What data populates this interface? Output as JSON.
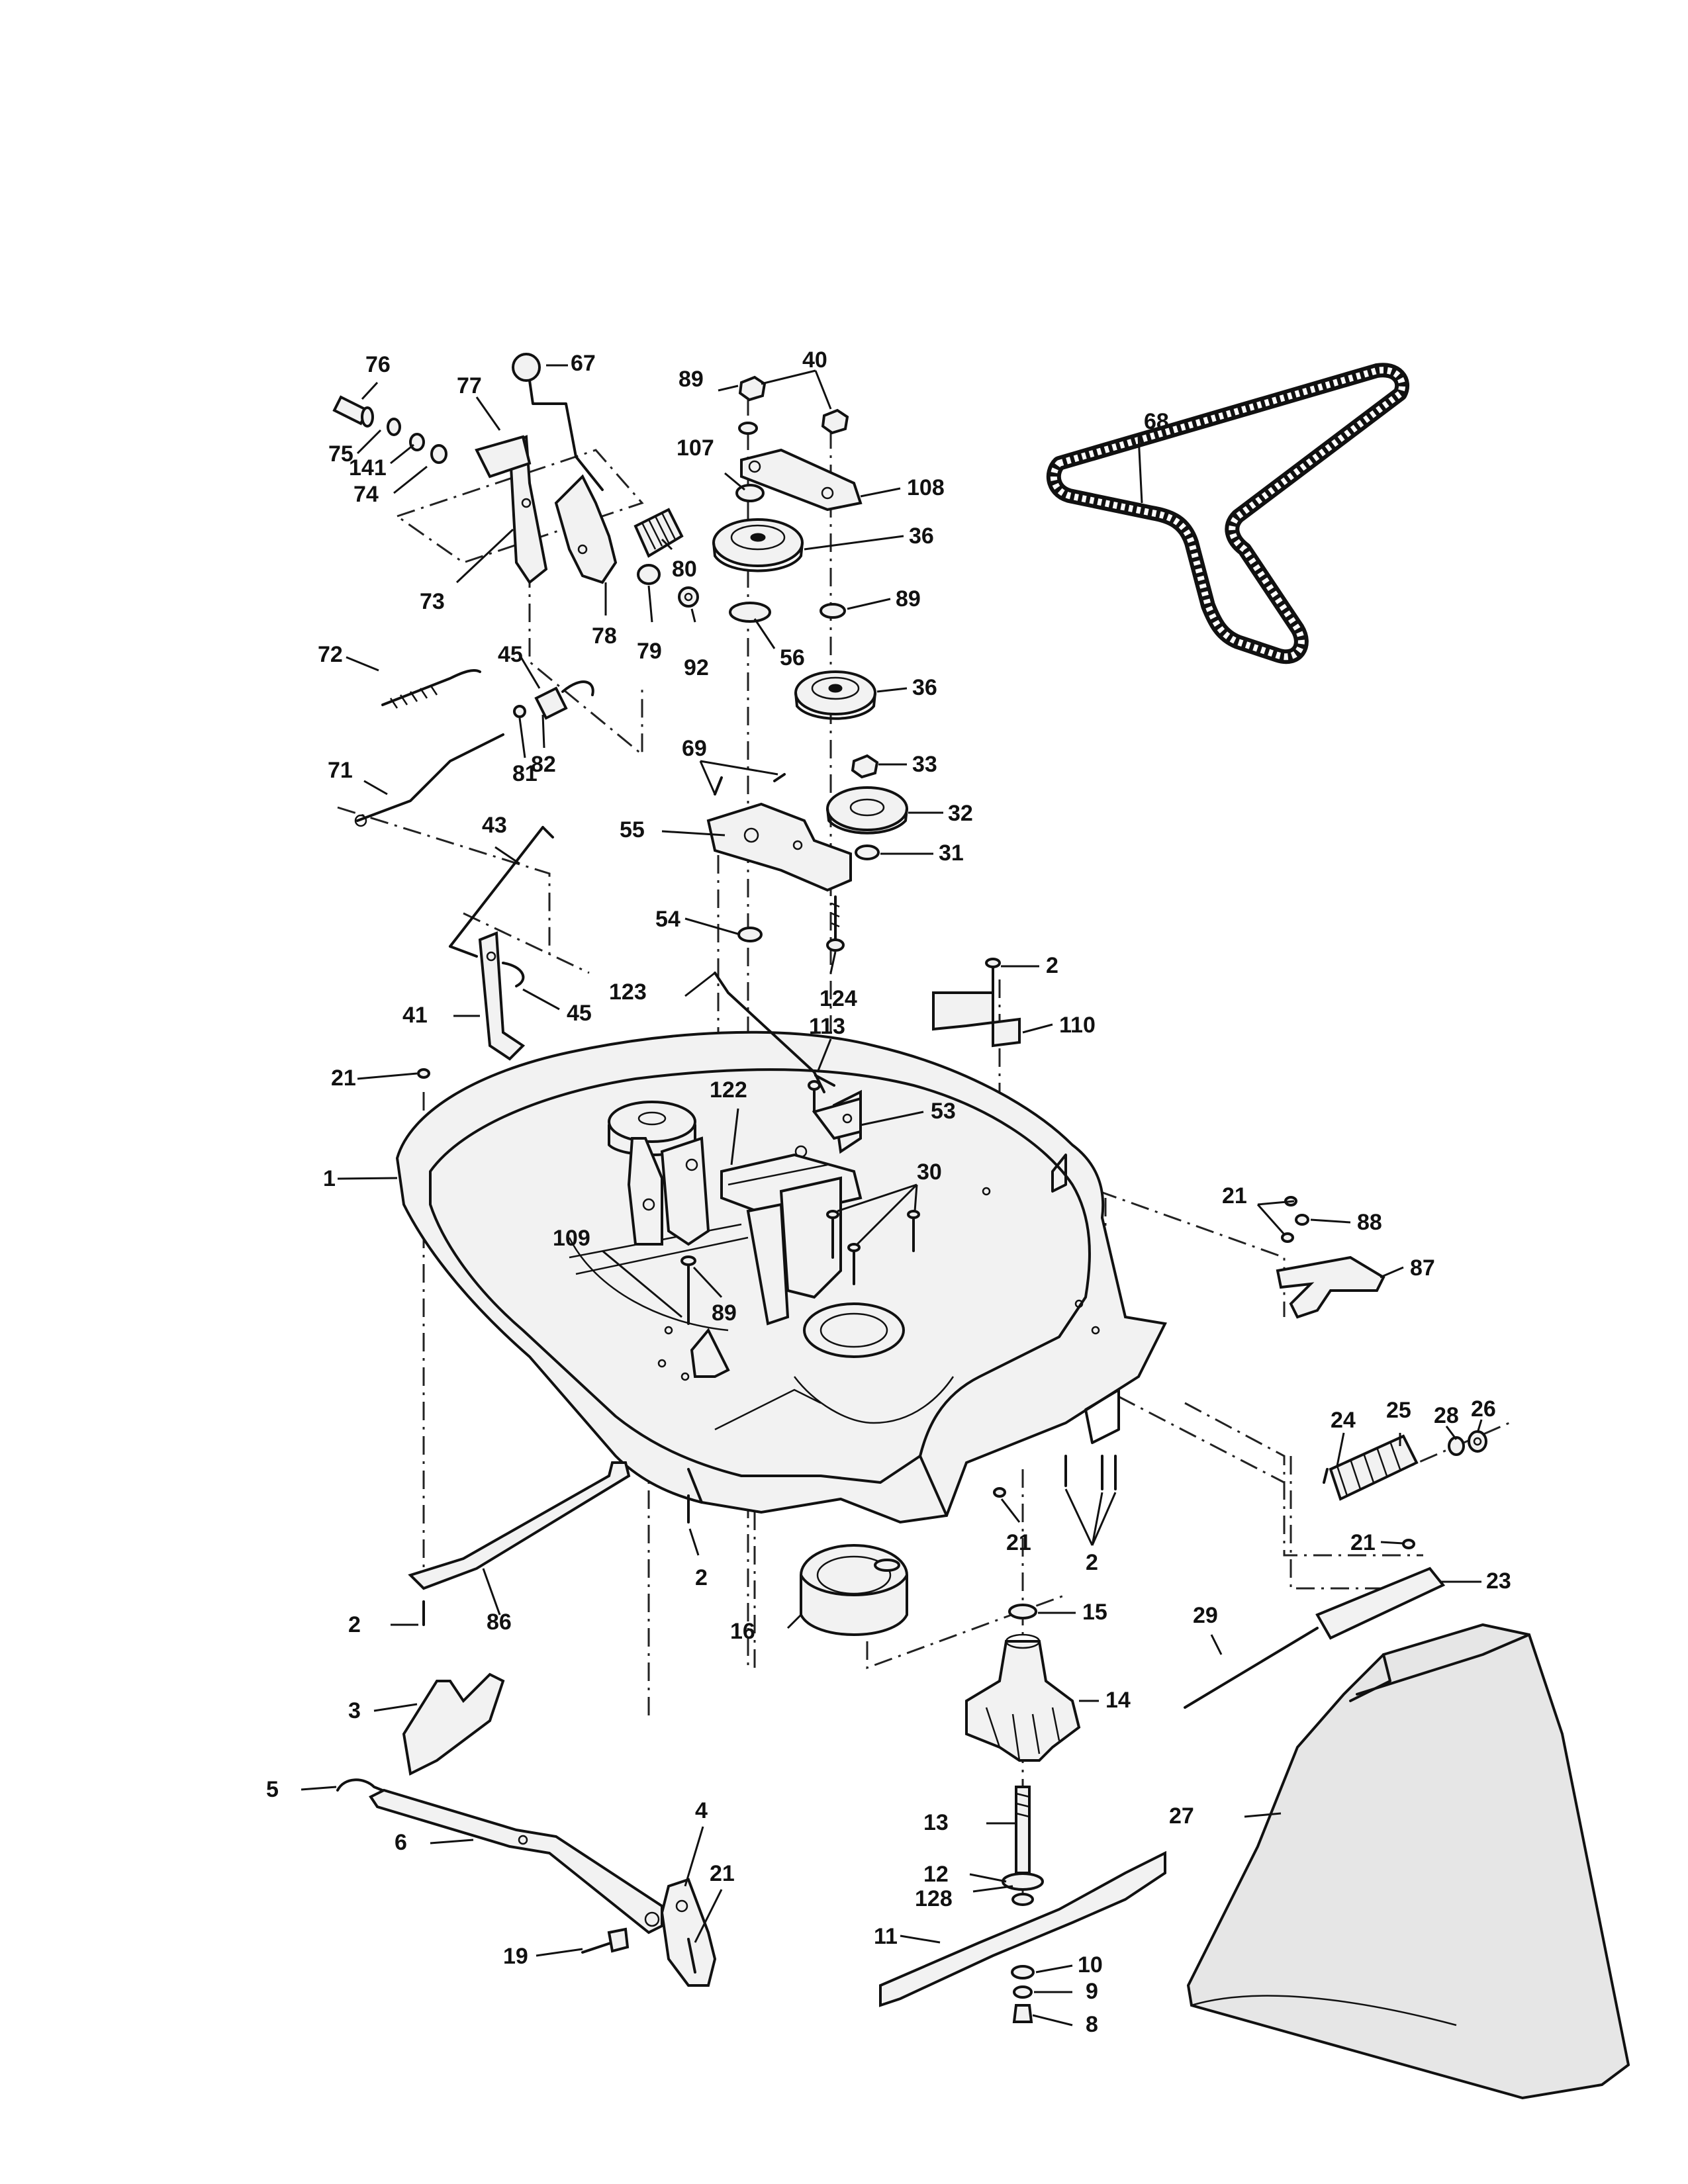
{
  "diagram": {
    "callouts": [
      {
        "id": "c67",
        "text": "67"
      },
      {
        "id": "c76",
        "text": "76"
      },
      {
        "id": "c77",
        "text": "77"
      },
      {
        "id": "c75",
        "text": "75"
      },
      {
        "id": "c141",
        "text": "141"
      },
      {
        "id": "c74",
        "text": "74"
      },
      {
        "id": "c73",
        "text": "73"
      },
      {
        "id": "c80",
        "text": "80"
      },
      {
        "id": "c78",
        "text": "78"
      },
      {
        "id": "c79",
        "text": "79"
      },
      {
        "id": "c92",
        "text": "92"
      },
      {
        "id": "c89a",
        "text": "89"
      },
      {
        "id": "c40",
        "text": "40"
      },
      {
        "id": "c107",
        "text": "107"
      },
      {
        "id": "c108",
        "text": "108"
      },
      {
        "id": "c36a",
        "text": "36"
      },
      {
        "id": "c89b",
        "text": "89"
      },
      {
        "id": "c56",
        "text": "56"
      },
      {
        "id": "c36b",
        "text": "36"
      },
      {
        "id": "c68",
        "text": "68"
      },
      {
        "id": "c72",
        "text": "72"
      },
      {
        "id": "c45a",
        "text": "45"
      },
      {
        "id": "c81",
        "text": "81"
      },
      {
        "id": "c82",
        "text": "82"
      },
      {
        "id": "c71",
        "text": "71"
      },
      {
        "id": "c69",
        "text": "69"
      },
      {
        "id": "c33",
        "text": "33"
      },
      {
        "id": "c32",
        "text": "32"
      },
      {
        "id": "c55",
        "text": "55"
      },
      {
        "id": "c31",
        "text": "31"
      },
      {
        "id": "c43",
        "text": "43"
      },
      {
        "id": "c54",
        "text": "54"
      },
      {
        "id": "c124",
        "text": "124"
      },
      {
        "id": "c2a",
        "text": "2"
      },
      {
        "id": "c123",
        "text": "123"
      },
      {
        "id": "c41",
        "text": "41"
      },
      {
        "id": "c45b",
        "text": "45"
      },
      {
        "id": "c110",
        "text": "110"
      },
      {
        "id": "c113",
        "text": "113"
      },
      {
        "id": "c21a",
        "text": "21"
      },
      {
        "id": "c122",
        "text": "122"
      },
      {
        "id": "c53",
        "text": "53"
      },
      {
        "id": "c1",
        "text": "1"
      },
      {
        "id": "c30",
        "text": "30"
      },
      {
        "id": "c21b",
        "text": "21"
      },
      {
        "id": "c88",
        "text": "88"
      },
      {
        "id": "c87",
        "text": "87"
      },
      {
        "id": "c109",
        "text": "109"
      },
      {
        "id": "c89c",
        "text": "89"
      },
      {
        "id": "c24",
        "text": "24"
      },
      {
        "id": "c25",
        "text": "25"
      },
      {
        "id": "c28",
        "text": "28"
      },
      {
        "id": "c26",
        "text": "26"
      },
      {
        "id": "c21c",
        "text": "21"
      },
      {
        "id": "c21d",
        "text": "21"
      },
      {
        "id": "c2b",
        "text": "2"
      },
      {
        "id": "c2c",
        "text": "2"
      },
      {
        "id": "c23",
        "text": "23"
      },
      {
        "id": "c86",
        "text": "86"
      },
      {
        "id": "c2d",
        "text": "2"
      },
      {
        "id": "c15",
        "text": "15"
      },
      {
        "id": "c16",
        "text": "16"
      },
      {
        "id": "c29",
        "text": "29"
      },
      {
        "id": "c14",
        "text": "14"
      },
      {
        "id": "c3",
        "text": "3"
      },
      {
        "id": "c5",
        "text": "5"
      },
      {
        "id": "c6",
        "text": "6"
      },
      {
        "id": "c27",
        "text": "27"
      },
      {
        "id": "c13",
        "text": "13"
      },
      {
        "id": "c4",
        "text": "4"
      },
      {
        "id": "c21e",
        "text": "21"
      },
      {
        "id": "c12",
        "text": "12"
      },
      {
        "id": "c128",
        "text": "128"
      },
      {
        "id": "c19",
        "text": "19"
      },
      {
        "id": "c11",
        "text": "11"
      },
      {
        "id": "c10",
        "text": "10"
      },
      {
        "id": "c9",
        "text": "9"
      },
      {
        "id": "c8",
        "text": "8"
      }
    ]
  }
}
